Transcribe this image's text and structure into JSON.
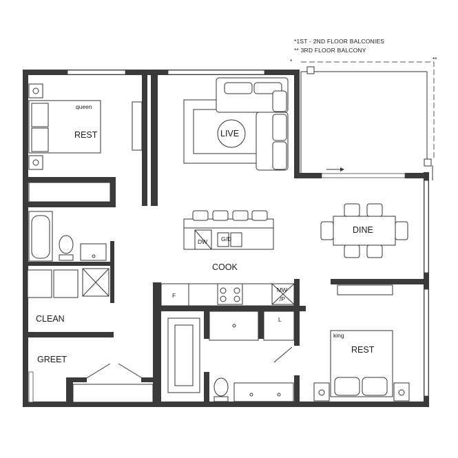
{
  "notes": {
    "line1": "*1ST - 2ND FLOOR BALCONIES",
    "line2": "** 3RD FLOOR BALCONY",
    "marker_single": "*",
    "marker_double": "**"
  },
  "rooms": {
    "rest_1": "REST",
    "bed_queen": "queen",
    "live": "LIVE",
    "dine": "DINE",
    "cook": "COOK",
    "clean": "CLEAN",
    "greet": "GREET",
    "rest_2": "REST",
    "bed_king": "king"
  },
  "appliances": {
    "dishwasher": "DW",
    "disposal": "G/D",
    "fridge": "F",
    "microwave": "MW",
    "microwave_sub": "/P",
    "linen": "L"
  },
  "colors": {
    "wall": "#3a3a3a",
    "line": "#333333",
    "background": "#ffffff"
  }
}
